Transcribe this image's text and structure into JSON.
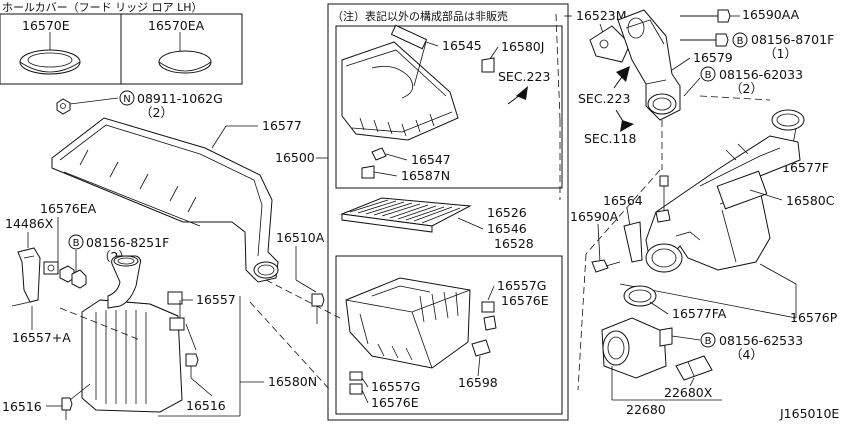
{
  "cover_box": {
    "caption": "ホールカバー（フード リッジ ロア LH）",
    "left_part": "16570E",
    "right_part": "16570EA"
  },
  "note_box": {
    "note": "（注）表記以外の構成部品は非販売"
  },
  "labels": {
    "p16523M": "16523M",
    "p16590AA": "16590AA",
    "b08156_8701F": "08156-8701F",
    "b08156_8701F_qty": "（1）",
    "p16579": "16579",
    "b08156_62033": "08156-62033",
    "b08156_62033_qty": "（2）",
    "sec223_top": "SEC.223",
    "sec223_right": "SEC.223",
    "sec118": "SEC.118",
    "p16545": "16545",
    "p16580J": "16580J",
    "n08911_1062G": "08911-1062G",
    "n08911_1062G_qty": "（2）",
    "p16577": "16577",
    "p16500": "16500",
    "p16547": "16547",
    "p16587N": "16587N",
    "p16577F": "16577F",
    "p16580C": "16580C",
    "p16564": "16564",
    "p16590A": "16590A",
    "p16576EA": "16576EA",
    "p14486X": "14486X",
    "b08156_8251F": "08156-8251F",
    "b08156_8251F_qty": "（2）",
    "p16510A": "16510A",
    "p16526": "16526",
    "p16546": "16546",
    "p16528": "16528",
    "p16557G_top": "16557G",
    "p16576E_top": "16576E",
    "p16557": "16557",
    "p16557A": "16557+A",
    "p16577FA": "16577FA",
    "p16576P": "16576P",
    "b08156_62533": "08156-62533",
    "b08156_62533_qty": "（4）",
    "p16598": "16598",
    "p16580N": "16580N",
    "p16557G_bot": "16557G",
    "p16576E_bot": "16576E",
    "p16516_left": "16516",
    "p16516_mid": "16516",
    "p22680X": "22680X",
    "p22680": "22680",
    "diagram_code": "J165010E"
  },
  "callout_marks": {
    "bolt_mark": "B",
    "nut_mark": "N"
  }
}
